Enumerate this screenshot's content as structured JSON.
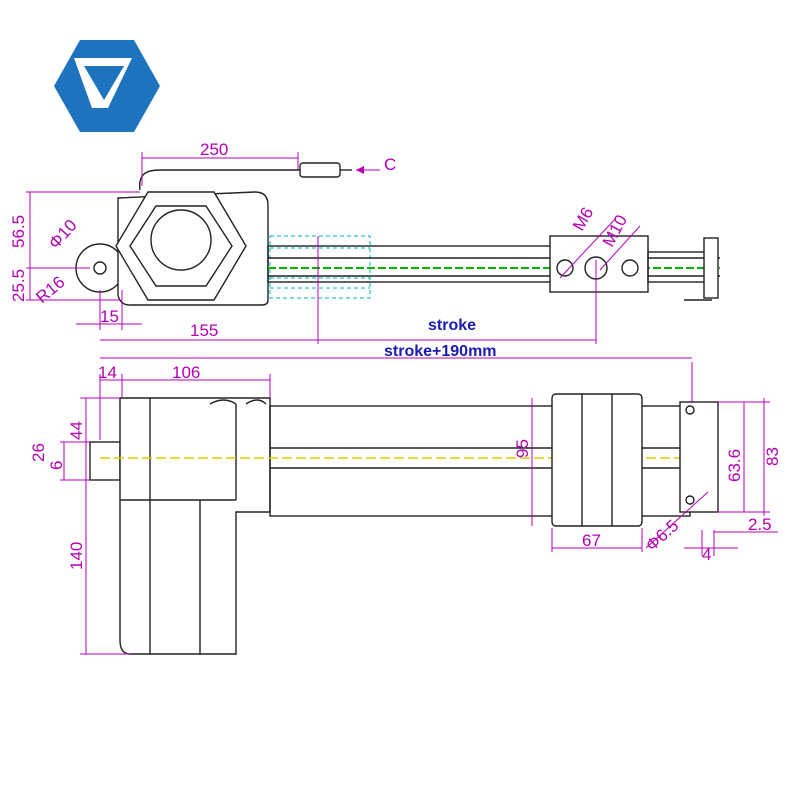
{
  "colors": {
    "logo": "#1e73be",
    "dimension": "#b400b4",
    "text_blue": "#1a1ab4",
    "hidden_lines": "#00b4b4",
    "center_line": "#e6c800",
    "outline": "#222222"
  },
  "logo": {
    "icon": "hexagon-logo-icon"
  },
  "top_view": {
    "dims": {
      "d250": "250",
      "c": "C",
      "d56_5": "56.5",
      "d25_5": "25.5",
      "phi10": "Φ10",
      "r16": "R16",
      "d15": "15",
      "d155": "155",
      "m6": "M6",
      "m10": "M10"
    },
    "stroke_label": "stroke",
    "stroke_plus_label": "stroke+190mm"
  },
  "side_view": {
    "dims": {
      "d14": "14",
      "d106": "106",
      "d44": "44",
      "d26": "26",
      "d6": "6",
      "d140": "140",
      "d95": "95",
      "d67": "67",
      "phi6_5": "Φ6.5",
      "d4": "4",
      "d2_5": "2.5",
      "d63_6": "63.6",
      "d83": "83"
    }
  }
}
